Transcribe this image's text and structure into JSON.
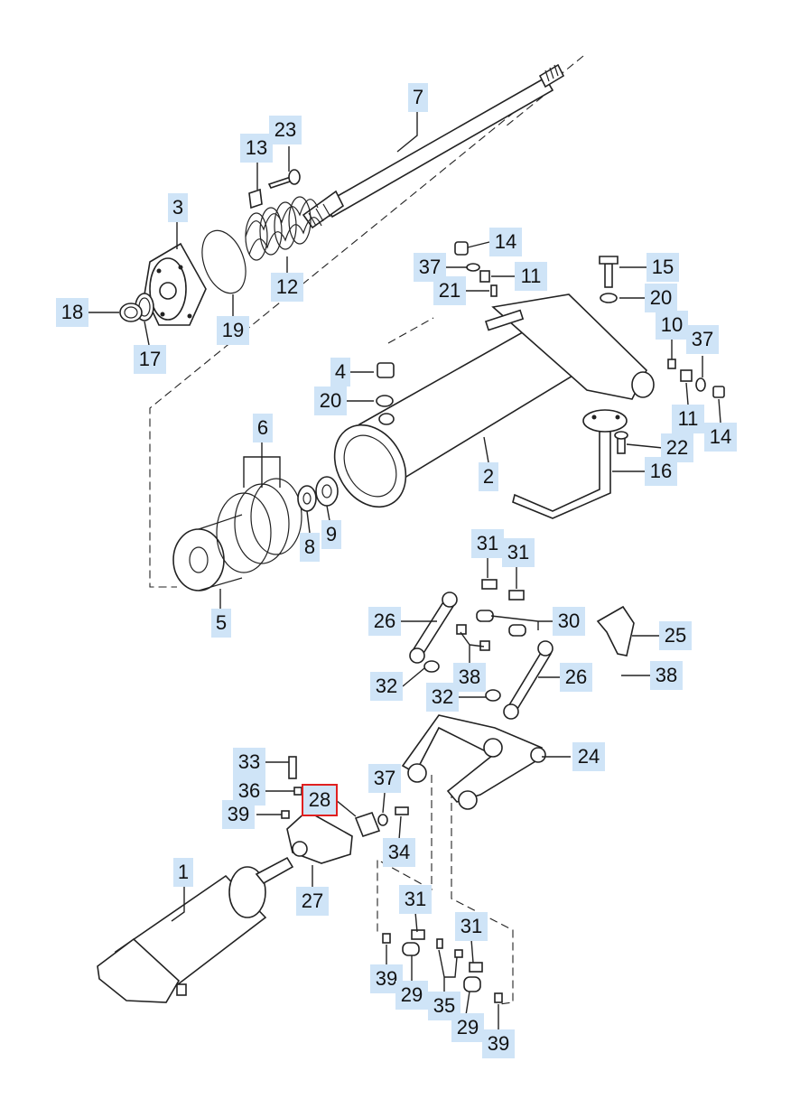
{
  "colors": {
    "label_bg": "#cfe4f7",
    "selected_outline": "#e02020",
    "line": "#222222"
  },
  "callouts": [
    {
      "id": "c7",
      "text": "7"
    },
    {
      "id": "c13",
      "text": "13"
    },
    {
      "id": "c23",
      "text": "23"
    },
    {
      "id": "c3",
      "text": "3"
    },
    {
      "id": "c12",
      "text": "12"
    },
    {
      "id": "c19",
      "text": "19"
    },
    {
      "id": "c18",
      "text": "18"
    },
    {
      "id": "c17",
      "text": "17"
    },
    {
      "id": "c14a",
      "text": "14"
    },
    {
      "id": "c37a",
      "text": "37"
    },
    {
      "id": "c11a",
      "text": "11"
    },
    {
      "id": "c21",
      "text": "21"
    },
    {
      "id": "c15",
      "text": "15"
    },
    {
      "id": "c20a",
      "text": "20"
    },
    {
      "id": "c10",
      "text": "10"
    },
    {
      "id": "c37b",
      "text": "37"
    },
    {
      "id": "c4",
      "text": "4"
    },
    {
      "id": "c20b",
      "text": "20"
    },
    {
      "id": "c11b",
      "text": "11"
    },
    {
      "id": "c14b",
      "text": "14"
    },
    {
      "id": "c6",
      "text": "6"
    },
    {
      "id": "c22",
      "text": "22"
    },
    {
      "id": "c2",
      "text": "2"
    },
    {
      "id": "c16",
      "text": "16"
    },
    {
      "id": "c8",
      "text": "8"
    },
    {
      "id": "c9",
      "text": "9"
    },
    {
      "id": "c5",
      "text": "5"
    },
    {
      "id": "c31a",
      "text": "31"
    },
    {
      "id": "c31b",
      "text": "31"
    },
    {
      "id": "c26a",
      "text": "26"
    },
    {
      "id": "c30",
      "text": "30"
    },
    {
      "id": "c25",
      "text": "25"
    },
    {
      "id": "c38a",
      "text": "38"
    },
    {
      "id": "c38b",
      "text": "38"
    },
    {
      "id": "c32a",
      "text": "32"
    },
    {
      "id": "c32b",
      "text": "32"
    },
    {
      "id": "c26b",
      "text": "26"
    },
    {
      "id": "c24",
      "text": "24"
    },
    {
      "id": "c33",
      "text": "33"
    },
    {
      "id": "c36",
      "text": "36"
    },
    {
      "id": "c37c",
      "text": "37"
    },
    {
      "id": "c28",
      "text": "28",
      "selected": true
    },
    {
      "id": "c39a",
      "text": "39"
    },
    {
      "id": "c34",
      "text": "34"
    },
    {
      "id": "c1",
      "text": "1"
    },
    {
      "id": "c27",
      "text": "27"
    },
    {
      "id": "c31c",
      "text": "31"
    },
    {
      "id": "c31d",
      "text": "31"
    },
    {
      "id": "c39b",
      "text": "39"
    },
    {
      "id": "c29a",
      "text": "29"
    },
    {
      "id": "c35",
      "text": "35"
    },
    {
      "id": "c29b",
      "text": "29"
    },
    {
      "id": "c39c",
      "text": "39"
    }
  ]
}
